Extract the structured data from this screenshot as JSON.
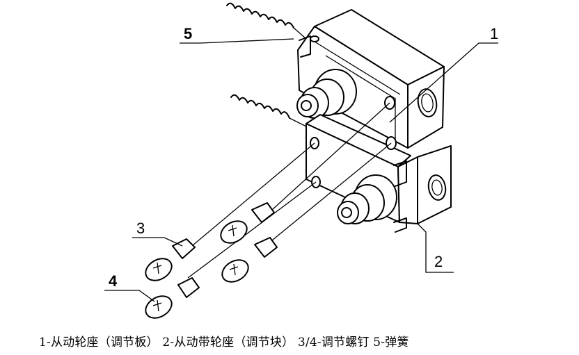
{
  "callouts": {
    "part1": "1",
    "part2": "2",
    "part3": "3",
    "part4": "4",
    "part5": "5"
  },
  "caption": "1-从动轮座（调节板） 2-从动带轮座（调节块） 3/4-调节螺钉 5-弹簧"
}
